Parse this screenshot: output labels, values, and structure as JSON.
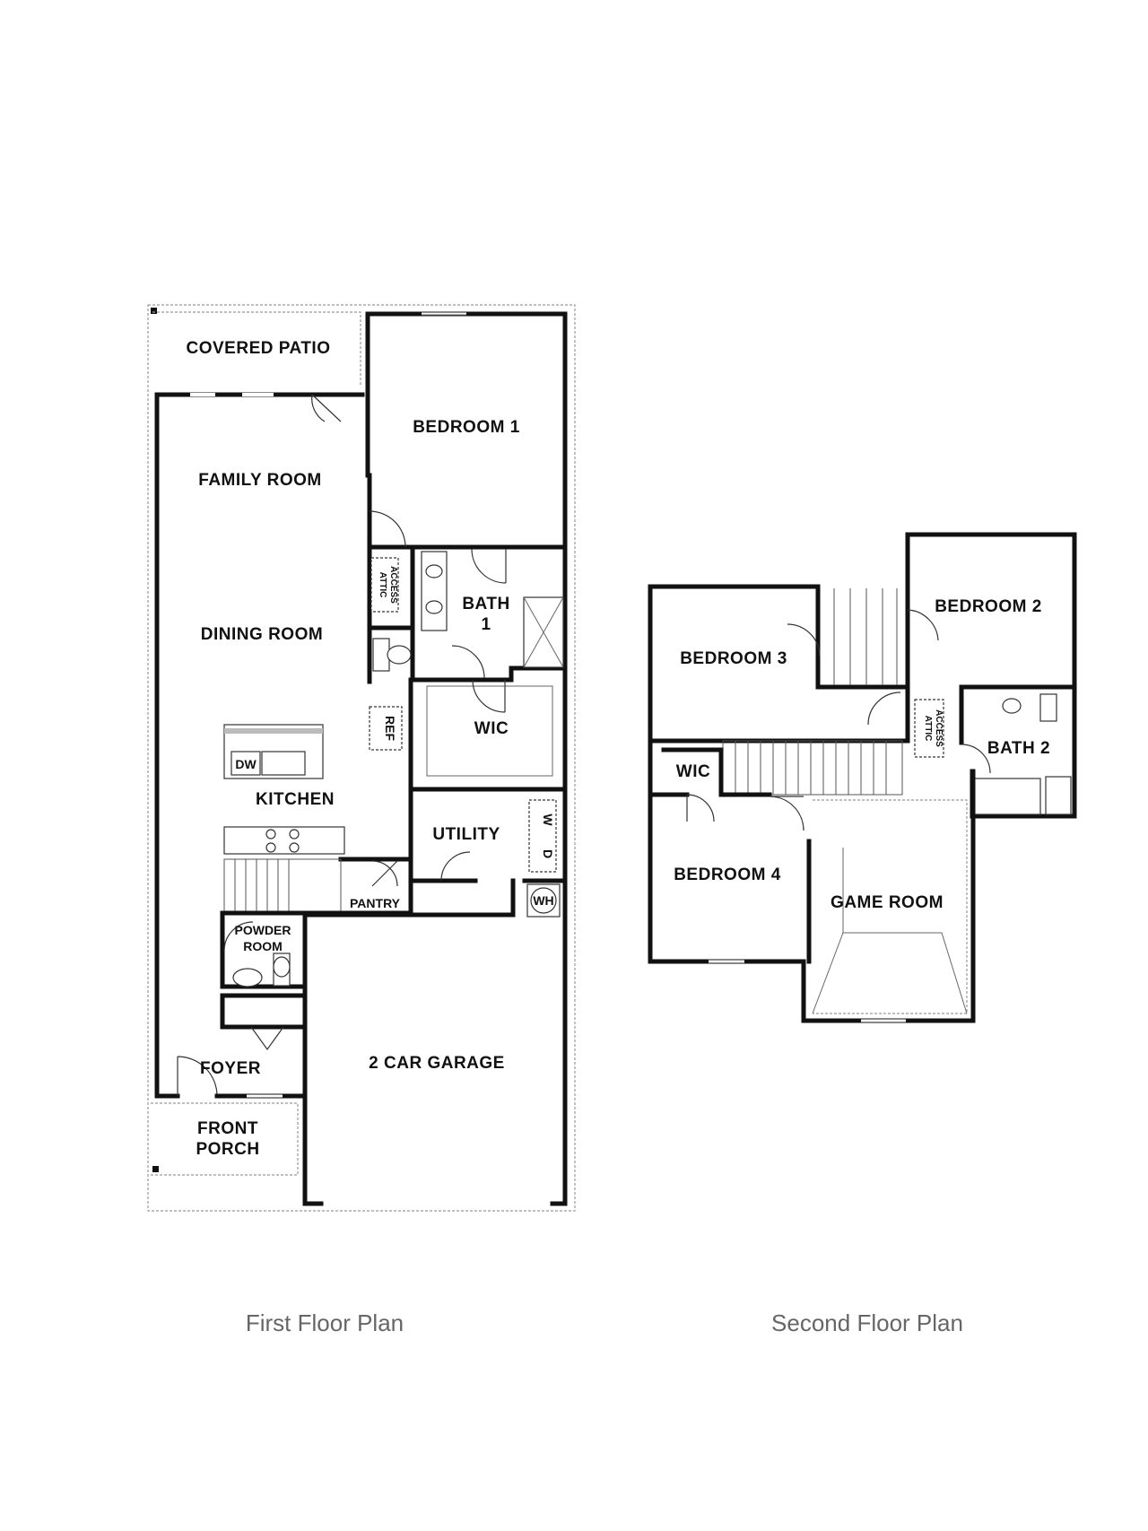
{
  "first_floor": {
    "caption": "First Floor Plan",
    "rooms": {
      "covered_patio": "COVERED PATIO",
      "bedroom_1": "BEDROOM 1",
      "family_room": "FAMILY ROOM",
      "dining_room": "DINING ROOM",
      "attic_access_1": "ATTIC",
      "attic_access_2": "ACCESS",
      "bath_1_line1": "BATH",
      "bath_1_line2": "1",
      "ref": "REF",
      "wic": "WIC",
      "dw": "DW",
      "kitchen": "KITCHEN",
      "utility": "UTILITY",
      "washer": "W",
      "dryer": "D",
      "wh": "WH",
      "pantry": "PANTRY",
      "powder_room_line1": "POWDER",
      "powder_room_line2": "ROOM",
      "foyer": "FOYER",
      "garage": "2 CAR GARAGE",
      "front_porch_line1": "FRONT",
      "front_porch_line2": "PORCH"
    }
  },
  "second_floor": {
    "caption": "Second Floor Plan",
    "rooms": {
      "bedroom_2": "BEDROOM 2",
      "bedroom_3": "BEDROOM 3",
      "attic_access_1": "ATTIC",
      "attic_access_2": "ACCESS",
      "bath_2": "BATH 2",
      "wic": "WIC",
      "bedroom_4": "BEDROOM 4",
      "game_room": "GAME ROOM"
    }
  }
}
